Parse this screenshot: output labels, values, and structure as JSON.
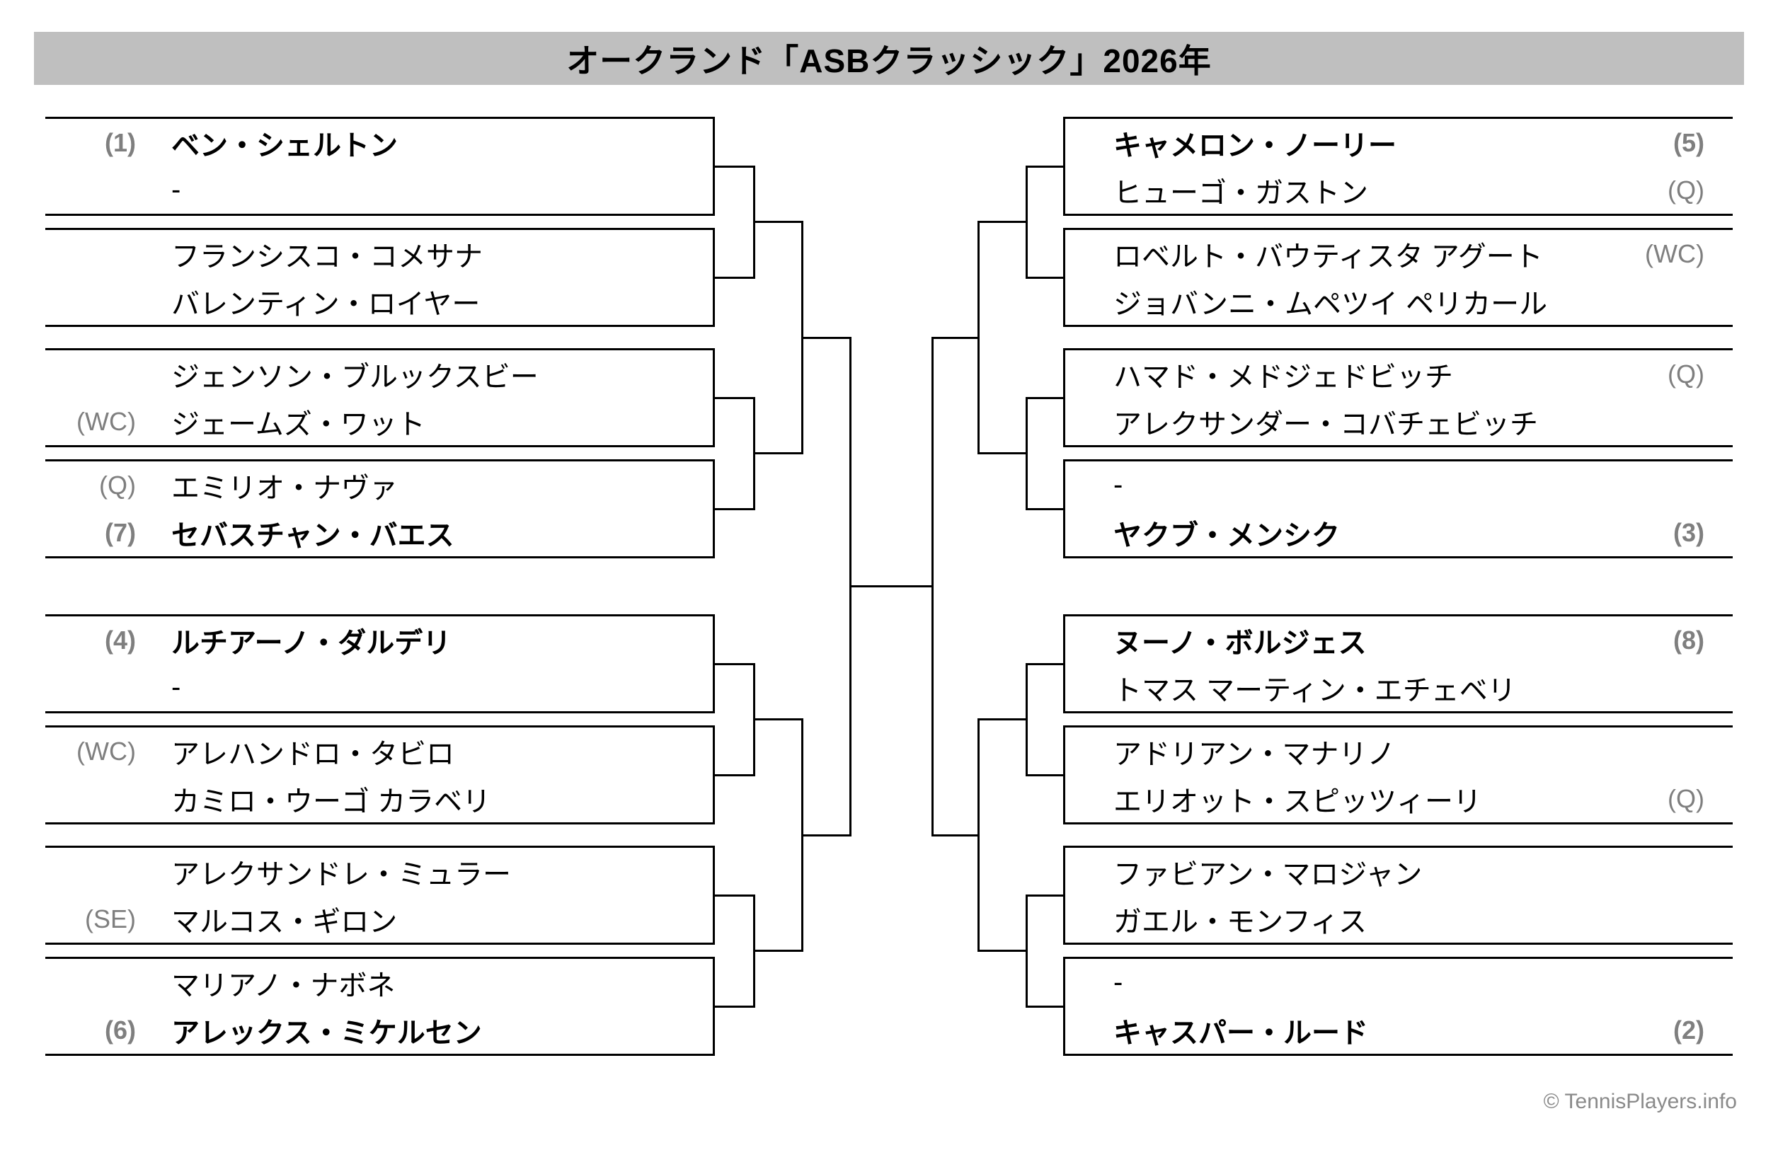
{
  "title": "オークランド「ASBクラッシック」2026年",
  "footer": "© TennisPlayers.info",
  "colors": {
    "title_bar_bg": "#bfbfbf",
    "line": "#000000",
    "seed_gray": "#7f7f7f",
    "footer_gray": "#8a8a8a"
  },
  "bracket": {
    "left": [
      {
        "p1": {
          "seed": "(1)",
          "name": "ベン・シェルトン"
        },
        "p2": {
          "seed": "",
          "name": "-"
        }
      },
      {
        "p1": {
          "seed": "",
          "name": "フランシスコ・コメサナ"
        },
        "p2": {
          "seed": "",
          "name": "バレンティン・ロイヤー"
        }
      },
      {
        "p1": {
          "seed": "",
          "name": "ジェンソン・ブルックスビー"
        },
        "p2": {
          "seed": "(WC)",
          "name": "ジェームズ・ワット"
        }
      },
      {
        "p1": {
          "seed": "(Q)",
          "name": "エミリオ・ナヴァ"
        },
        "p2": {
          "seed": "(7)",
          "name": "セバスチャン・バエス"
        }
      },
      {
        "p1": {
          "seed": "(4)",
          "name": "ルチアーノ・ダルデリ"
        },
        "p2": {
          "seed": "",
          "name": "-"
        }
      },
      {
        "p1": {
          "seed": "(WC)",
          "name": "アレハンドロ・タビロ"
        },
        "p2": {
          "seed": "",
          "name": "カミロ・ウーゴ カラベリ"
        }
      },
      {
        "p1": {
          "seed": "",
          "name": "アレクサンドレ・ミュラー"
        },
        "p2": {
          "seed": "(SE)",
          "name": "マルコス・ギロン"
        }
      },
      {
        "p1": {
          "seed": "",
          "name": "マリアノ・ナボネ"
        },
        "p2": {
          "seed": "(6)",
          "name": "アレックス・ミケルセン"
        }
      }
    ],
    "right": [
      {
        "p1": {
          "seed": "(5)",
          "name": "キャメロン・ノーリー"
        },
        "p2": {
          "seed": "(Q)",
          "name": "ヒューゴ・ガストン"
        }
      },
      {
        "p1": {
          "seed": "(WC)",
          "name": "ロベルト・バウティスタ アグート"
        },
        "p2": {
          "seed": "",
          "name": "ジョバンニ・ムペツイ ペリカール"
        }
      },
      {
        "p1": {
          "seed": "(Q)",
          "name": "ハマド・メドジェドビッチ"
        },
        "p2": {
          "seed": "",
          "name": "アレクサンダー・コバチェビッチ"
        }
      },
      {
        "p1": {
          "seed": "",
          "name": "-"
        },
        "p2": {
          "seed": "(3)",
          "name": "ヤクブ・メンシク"
        }
      },
      {
        "p1": {
          "seed": "(8)",
          "name": "ヌーノ・ボルジェス"
        },
        "p2": {
          "seed": "",
          "name": "トマス マーティン・エチェベリ"
        }
      },
      {
        "p1": {
          "seed": "",
          "name": "アドリアン・マナリノ"
        },
        "p2": {
          "seed": "(Q)",
          "name": "エリオット・スピッツィーリ"
        }
      },
      {
        "p1": {
          "seed": "",
          "name": "ファビアン・マロジャン"
        },
        "p2": {
          "seed": "",
          "name": "ガエル・モンフィス"
        }
      },
      {
        "p1": {
          "seed": "",
          "name": "-"
        },
        "p2": {
          "seed": "(2)",
          "name": "キャスパー・ルード"
        }
      }
    ]
  }
}
